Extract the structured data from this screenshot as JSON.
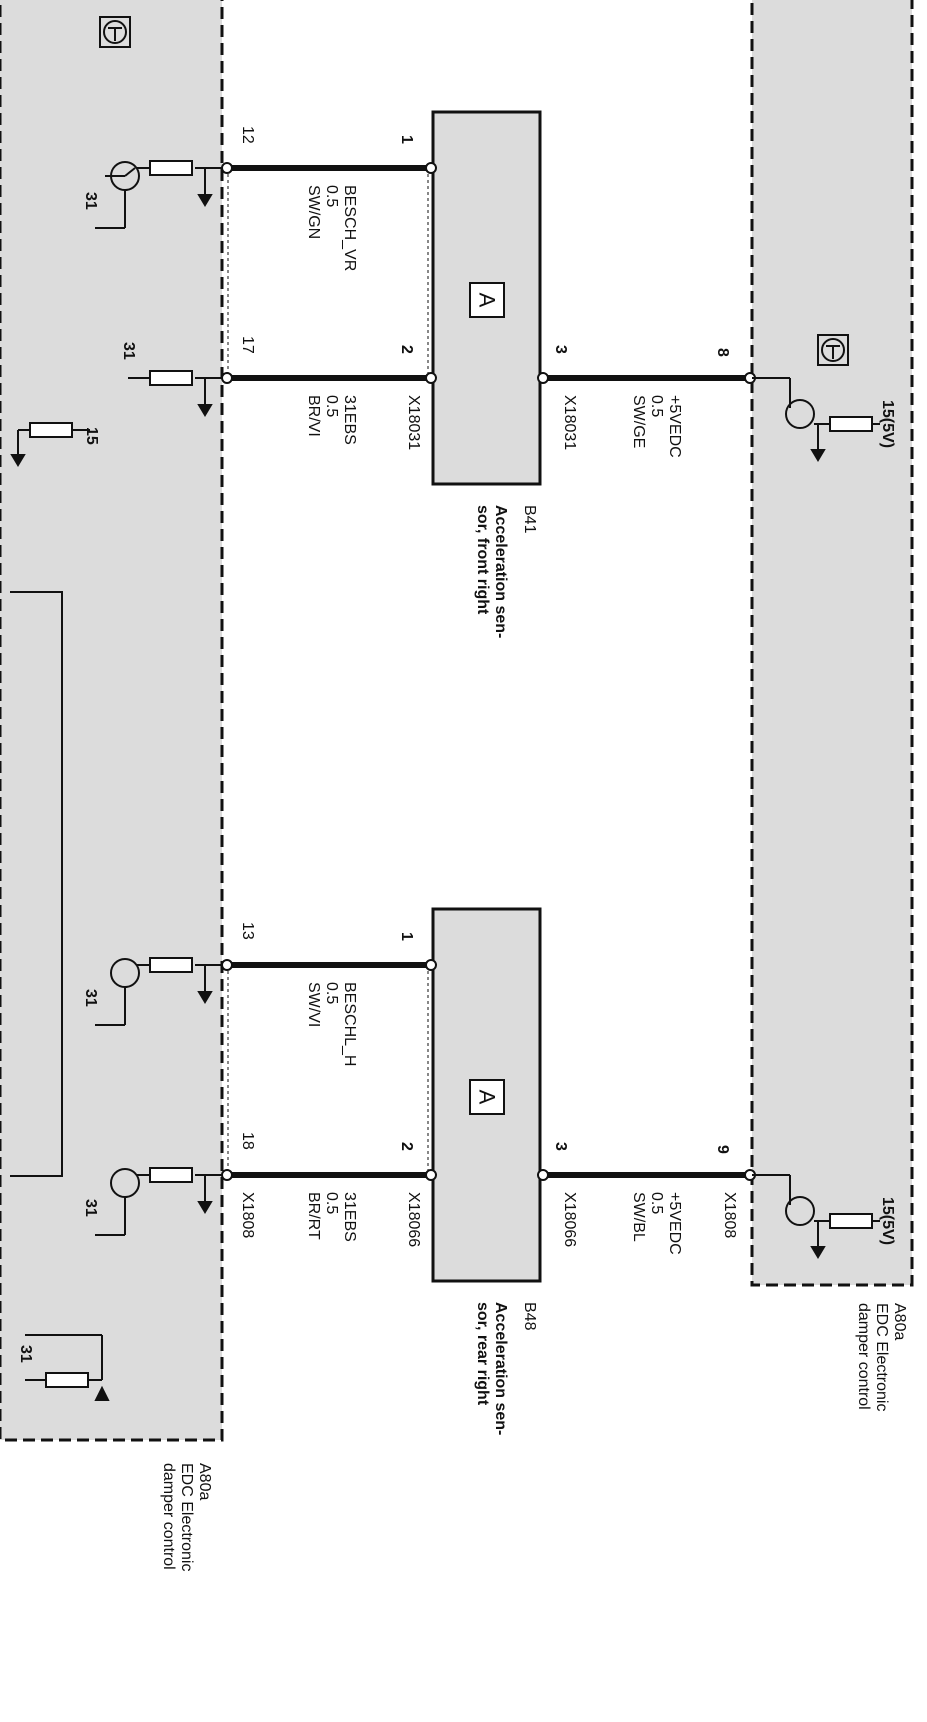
{
  "left_unit": {
    "code": "A80a",
    "line1": "EDC Electronic",
    "line2": "damper control"
  },
  "right_unit": {
    "code": "A80a",
    "line1": "EDC Electronic",
    "line2": "damper control"
  },
  "sensor_front": {
    "code": "B41",
    "line1": "Acceleration sen-",
    "line2": "sor, front right",
    "box_symbol": "A",
    "connector_left": "X18031",
    "connector_right": "X18031"
  },
  "sensor_rear": {
    "code": "B48",
    "line1": "Acceleration sen-",
    "line2": "sor, rear right",
    "box_symbol": "A",
    "connector_left": "X18066",
    "connector_right": "X18066"
  },
  "wires": {
    "w1": {
      "signal": "BESCH_VR",
      "size": "0.5",
      "color": "SW/GN",
      "pin_ecu": "12",
      "pin_sensor": "1"
    },
    "w2": {
      "signal": "31EBS",
      "size": "0.5",
      "color": "BR/VI",
      "pin_ecu": "17",
      "pin_sensor": "2"
    },
    "w3": {
      "signal": "+5VEDC",
      "size": "0.5",
      "color": "SW/GE",
      "pin_ecu": "8",
      "pin_sensor": "3"
    },
    "w4": {
      "signal": "BESCHL_H",
      "size": "0.5",
      "color": "SW/VI",
      "pin_ecu": "13",
      "pin_sensor": "1"
    },
    "w5": {
      "signal": "31EBS",
      "size": "0.5",
      "color": "BR/RT",
      "pin_ecu": "18",
      "pin_sensor": "2",
      "connector": "X1808"
    },
    "w6": {
      "signal": "+5VEDC",
      "size": "0.5",
      "color": "SW/BL",
      "pin_ecu": "9",
      "pin_sensor": "3",
      "connector": "X1808"
    }
  },
  "terminals": {
    "t31": "31",
    "t15": "15",
    "t15_5v": "15(5V)"
  },
  "colors": {
    "ecu_fill": "#dcdcdc",
    "wire": "#111111"
  }
}
